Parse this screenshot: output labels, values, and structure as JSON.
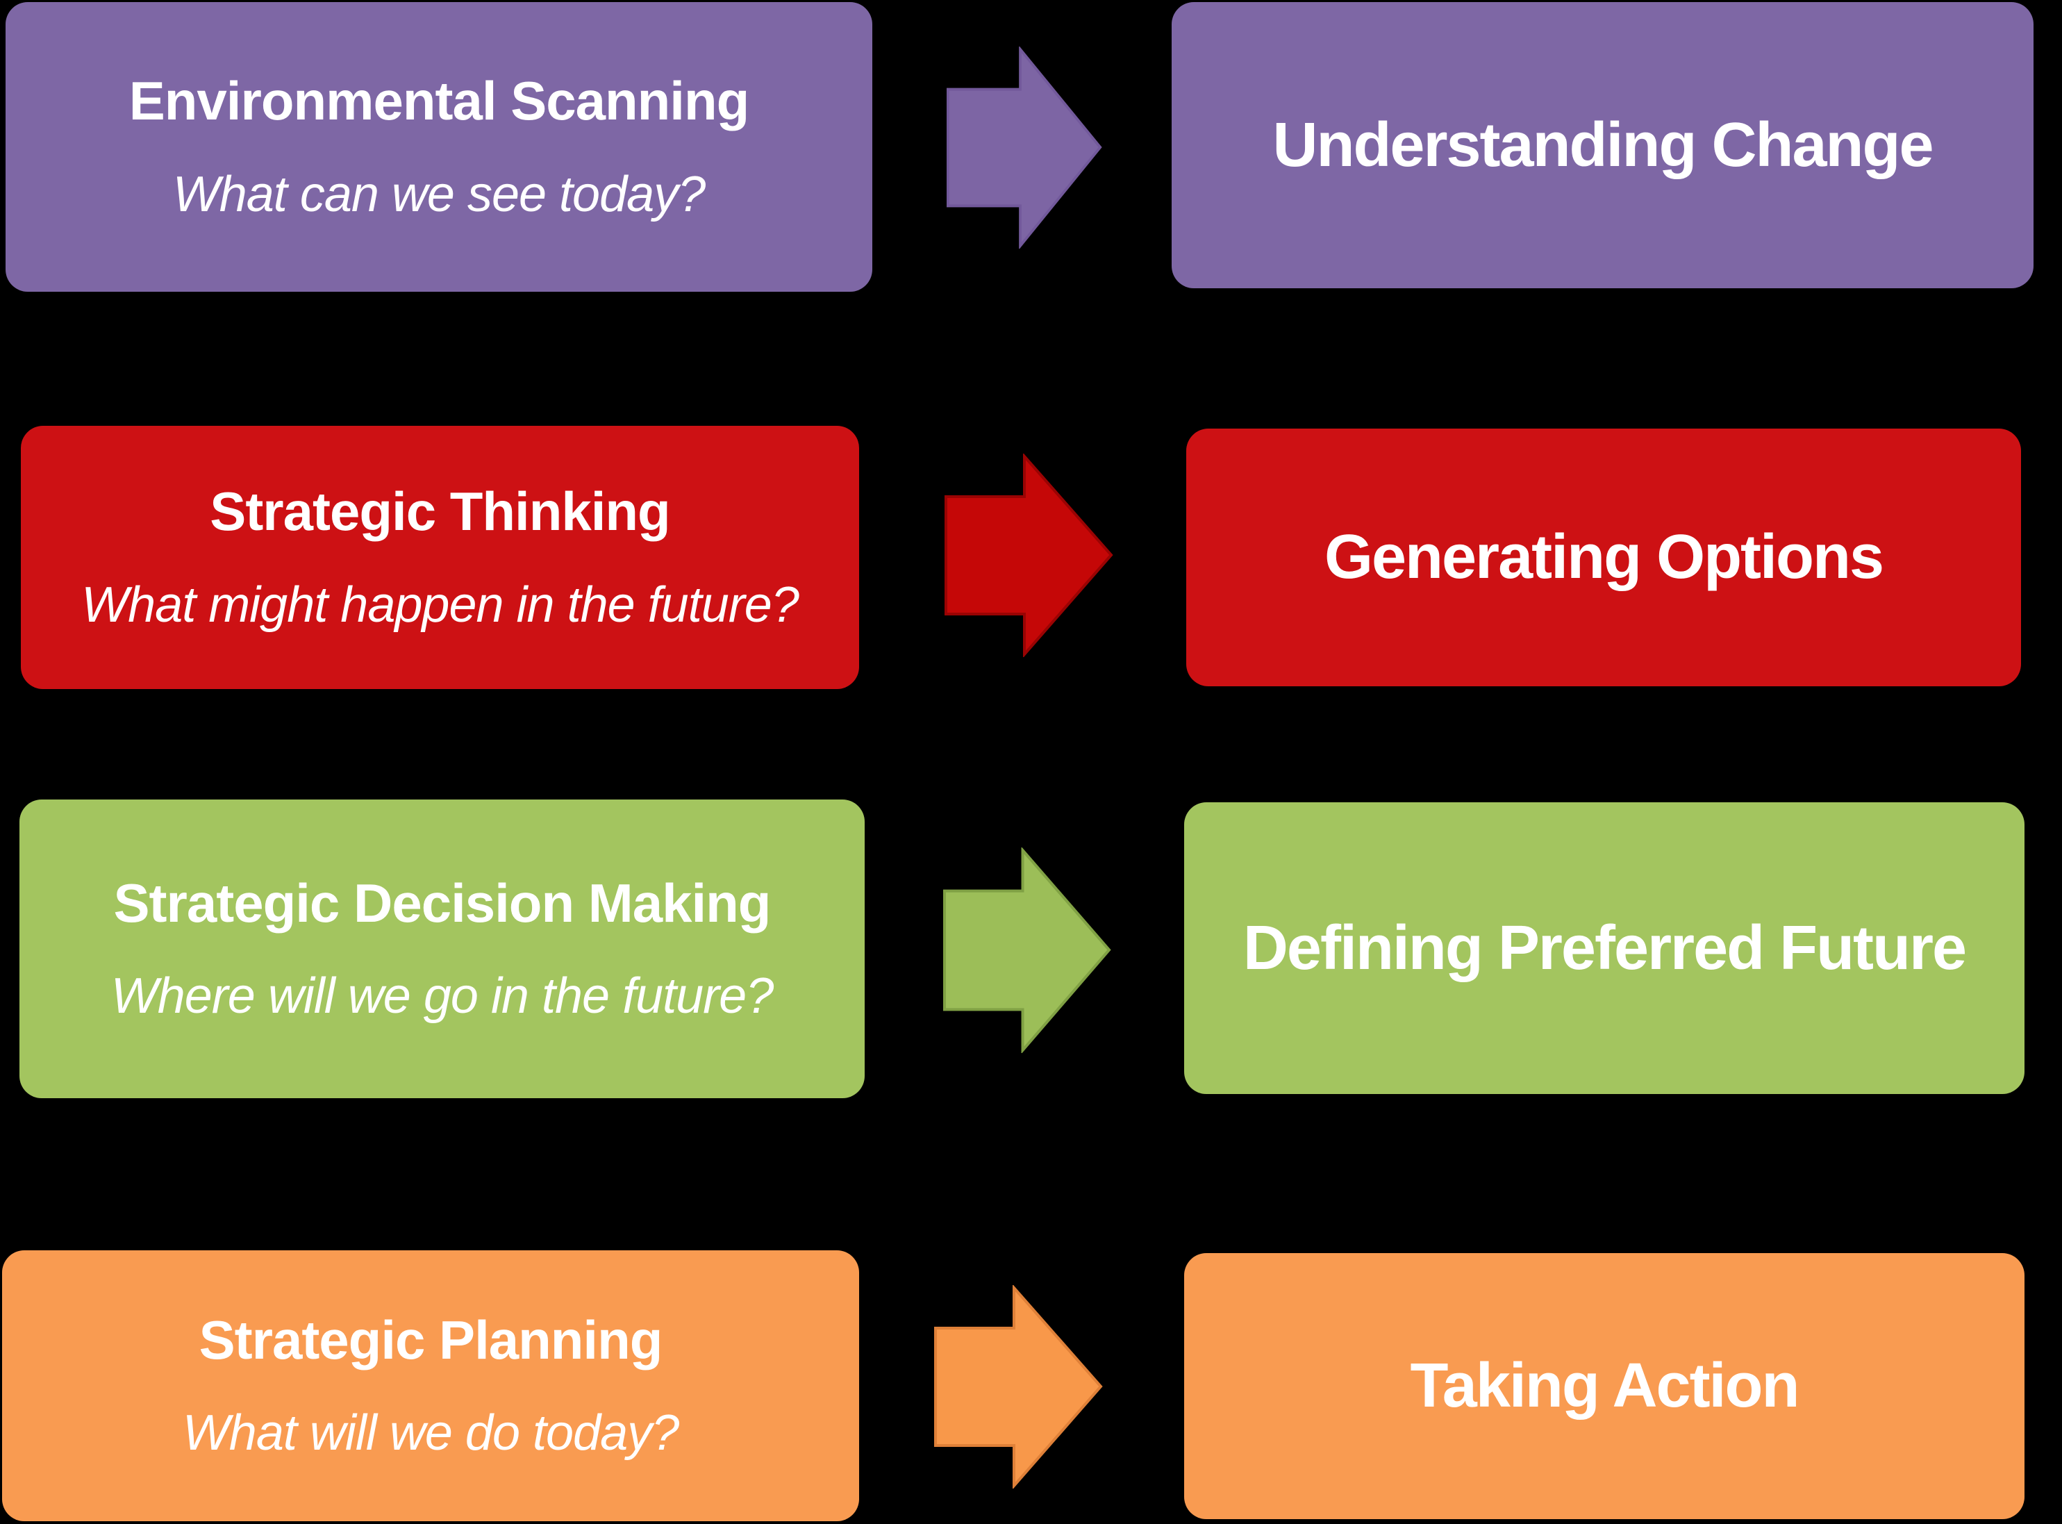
{
  "diagram": {
    "background_color": "#000000",
    "text_color": "#FFFFFF",
    "rows": [
      {
        "title": "Environmental Scanning",
        "question": "What can we see today?",
        "outcome": "Understanding Change",
        "box_color": "#7E67A5",
        "arrow_color": "#7D65A4",
        "arrow_border": "#72599B"
      },
      {
        "title": "Strategic Thinking",
        "question": "What might happen in the future?",
        "outcome": "Generating Options",
        "box_color": "#CD1114",
        "arrow_color": "#C50707",
        "arrow_border": "#9A0303"
      },
      {
        "title": "Strategic Decision Making",
        "question": "Where will we go in the future?",
        "outcome": "Defining Preferred Future",
        "box_color": "#A3C55F",
        "arrow_color": "#9CBE58",
        "arrow_border": "#80A144"
      },
      {
        "title": "Strategic Planning",
        "question": "What will we do today?",
        "outcome": "Taking Action",
        "box_color": "#F99B51",
        "arrow_color": "#F8984A",
        "arrow_border": "#DF8038"
      }
    ]
  }
}
